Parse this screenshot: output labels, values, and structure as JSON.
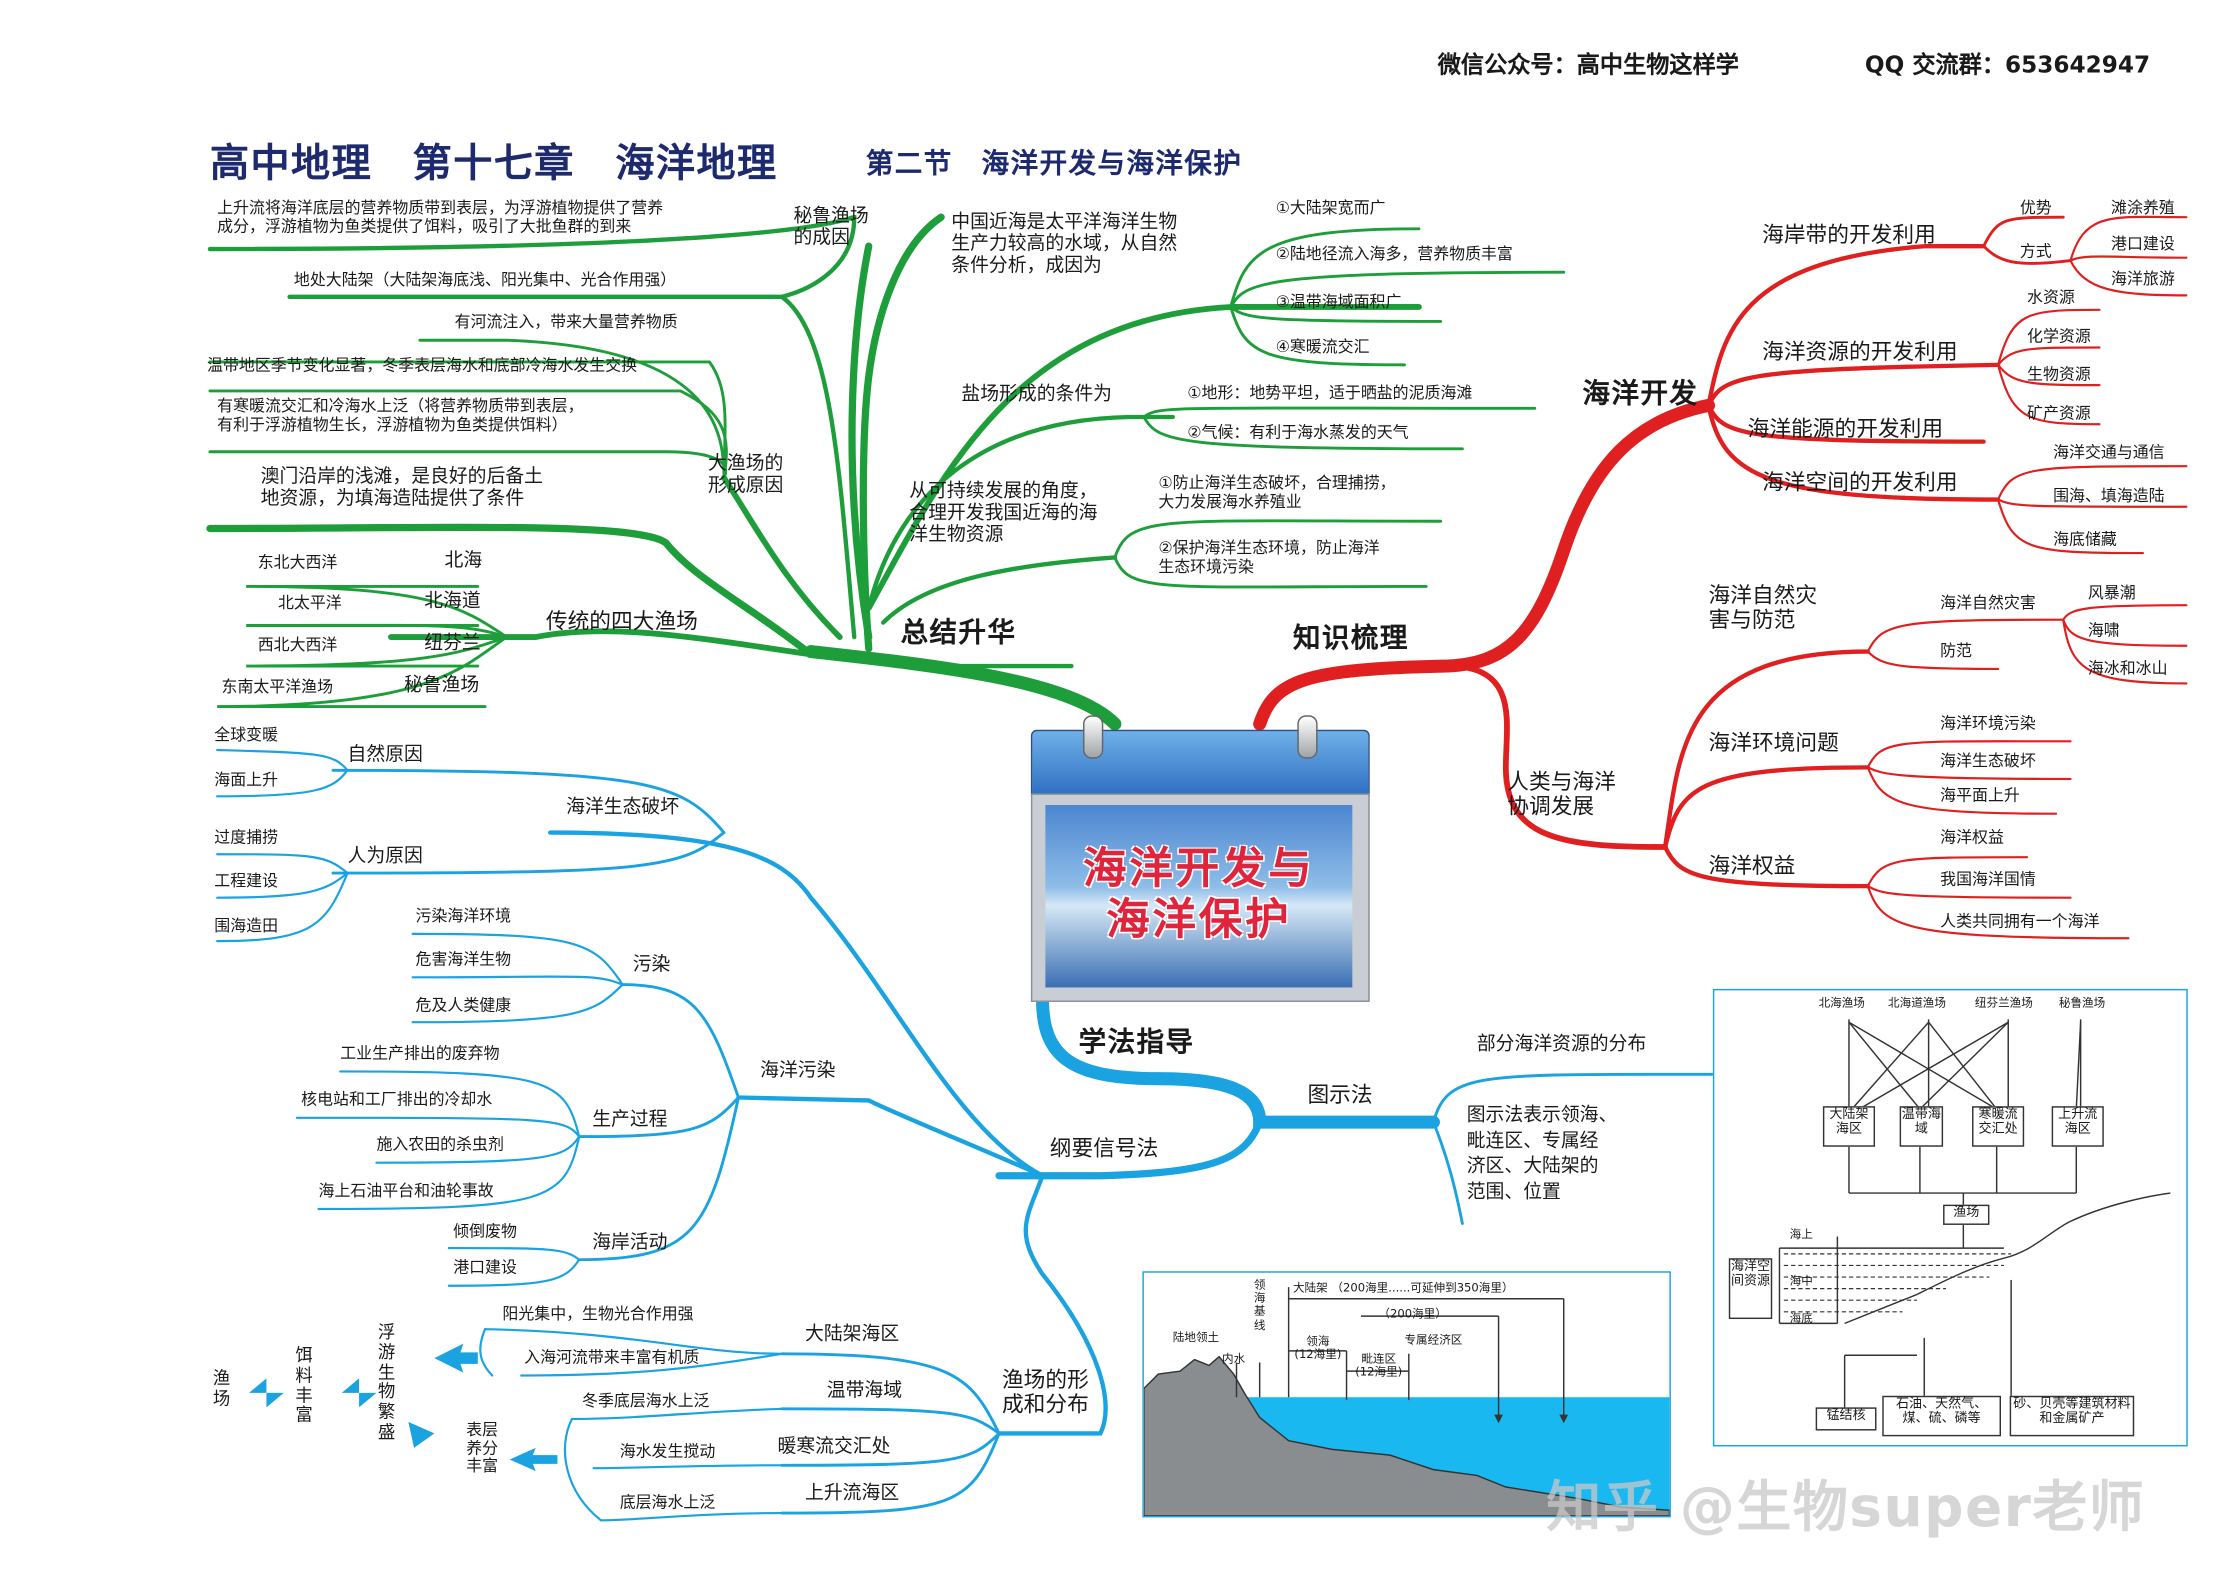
{
  "header": {
    "wechat": "微信公众号：高中生物这样学",
    "qq": "QQ 交流群：653642947"
  },
  "title": {
    "main": "高中地理　第十七章　海洋地理",
    "section": "第二节　海洋开发与海洋保护"
  },
  "center": {
    "line1": "海洋开发与",
    "line2": "海洋保护"
  },
  "branches": {
    "summary": "总结升华",
    "knowledge": "知识梳理",
    "method": "学法指导",
    "outline": "纲要信号法",
    "diagram": "图示法"
  },
  "summary": {
    "peru_reason": "秘鲁渔场\n的成因",
    "peru_1": "上升流将海洋底层的营养物质带到表层，为浮游植物提供了营养\n成分，浮游植物为鱼类提供了饵料，吸引了大批鱼群的到来",
    "dalian_1": "地处大陆架（大陆架海底浅、阳光集中、光合作用强）",
    "dalian_2": "有河流注入，带来大量营养物质",
    "dalian_3": "温带地区季节变化显著，冬季表层海水和底部冷海水发生交换",
    "dalian_4": "有寒暖流交汇和冷海水上泛（将营养物质带到表层，\n有利于浮游植物生长，浮游植物为鱼类提供饵料）",
    "big_fishery_reason": "大渔场的\n形成原因",
    "macau": "澳门沿岸的浅滩，是良好的后备土\n地资源，为填海造陆提供了条件",
    "four_fisheries_label": "传统的四大渔场",
    "four_fisheries": [
      {
        "ocean": "东北大西洋",
        "name": "北海"
      },
      {
        "ocean": "北太平洋",
        "name": "北海道"
      },
      {
        "ocean": "西北大西洋",
        "name": "纽芬兰"
      },
      {
        "ocean": "东南太平洋渔场",
        "name": "秘鲁渔场"
      }
    ],
    "china_seas": "中国近海是太平洋海洋生物\n生产力较高的水域，从自然\n条件分析，成因为",
    "china_reasons": [
      "①大陆架宽而广",
      "②陆地径流入海多，营养物质丰富",
      "③温带海域面积广",
      "④寒暖流交汇"
    ],
    "salt_label": "盐场形成的条件为",
    "salt": [
      "①地形：地势平坦，适于晒盐的泥质海滩",
      "②气候：有利于海水蒸发的天气"
    ],
    "sustainable": "从可持续发展的角度，\n合理开发我国近海的海\n洋生物资源",
    "sustainable_1": "①防止海洋生态破坏，合理捕捞，\n大力发展海水养殖业",
    "sustainable_2": "②保护海洋生态环境，防止海洋\n生态环境污染"
  },
  "knowledge": {
    "dev": "海洋开发",
    "coast": "海岸带的开发利用",
    "adv": "优势",
    "mode": "方式",
    "coast_items": [
      "滩涂养殖",
      "港口建设",
      "海洋旅游"
    ],
    "resources": "海洋资源的开发利用",
    "resources_items": [
      "水资源",
      "化学资源",
      "生物资源",
      "矿产资源"
    ],
    "energy": "海洋能源的开发利用",
    "space": "海洋空间的开发利用",
    "space_items": [
      "海洋交通与通信",
      "围海、填海造陆",
      "海底储藏"
    ],
    "harmony": "人类与海洋\n协调发展",
    "disaster": "海洋自然灾\n害与防范",
    "disaster_sub": "海洋自然灾害",
    "disaster_items": [
      "风暴潮",
      "海啸",
      "海冰和冰山"
    ],
    "prevent": "防范",
    "env": "海洋环境问题",
    "env_items": [
      "海洋环境污染",
      "海洋生态破坏",
      "海平面上升"
    ],
    "rights": "海洋权益",
    "rights_items": [
      "海洋权益",
      "我国海洋国情",
      "人类共同拥有一个海洋"
    ]
  },
  "outline": {
    "eco": "海洋生态破坏",
    "natural": "自然原因",
    "natural_items": [
      "全球变暖",
      "海面上升"
    ],
    "human": "人为原因",
    "human_items": [
      "过度捕捞",
      "工程建设",
      "围海造田"
    ],
    "pollution": "海洋污染",
    "pollute": "污染",
    "pollute_items": [
      "污染海洋环境",
      "危害海洋生物",
      "危及人类健康"
    ],
    "production": "生产过程",
    "production_items": [
      "工业生产排出的废弃物",
      "核电站和工厂排出的冷却水",
      "施入农田的杀虫剂",
      "海上石油平台和油轮事故"
    ],
    "coastal": "海岸活动",
    "coastal_items": [
      "倾倒废物",
      "港口建设"
    ],
    "fishery": "渔场的形\n成和分布",
    "fishery_types": [
      "大陆架海区",
      "温带海域",
      "暖寒流交汇处",
      "上升流海区"
    ],
    "fishery_causes": [
      "阳光集中，生物光合作用强",
      "入海河流带来丰富有机质",
      "冬季底层海水上泛",
      "海水发生搅动",
      "底层海水上泛"
    ],
    "plankton": "浮游生物繁盛",
    "food": "饵料丰富",
    "fish": "渔场",
    "nutrients": "表层养分丰富"
  },
  "diagram": {
    "resources_dist": "部分海洋资源的分布",
    "zones_text": "图示法表示领海、\n毗连区、专属经\n济区、大陆架的\n范围、位置",
    "flow_fisheries": [
      "北海渔场",
      "北海道渔场",
      "纽芬兰渔场",
      "秘鲁渔场"
    ],
    "flow_causes": [
      "大陆架海区",
      "温带海域",
      "寒暖流交汇处",
      "上升流海区"
    ],
    "flow_fishery": "渔场",
    "space_res": "海洋空间资源",
    "levels": [
      "海上",
      "海中",
      "海底"
    ],
    "minerals": [
      "锰结核",
      "石油、天然气、煤、硫、磷等",
      "砂、贝壳等建筑材料和金属矿产"
    ],
    "zones": {
      "shelf": "大陆架 （200海里......可延伸到350海里）",
      "eez_200": "（200海里）",
      "baseline": "领海基线",
      "land": "陆地领土",
      "inner": "内水",
      "territorial": "领海\n(12海里)",
      "contiguous": "毗连区\n(12海里)",
      "eez": "专属经济区"
    }
  },
  "watermark": "知乎 @生物super老师",
  "colors": {
    "green": "#1e9e3a",
    "red": "#e02020",
    "blue": "#1aa3e0",
    "title": "#1e2a6e"
  }
}
